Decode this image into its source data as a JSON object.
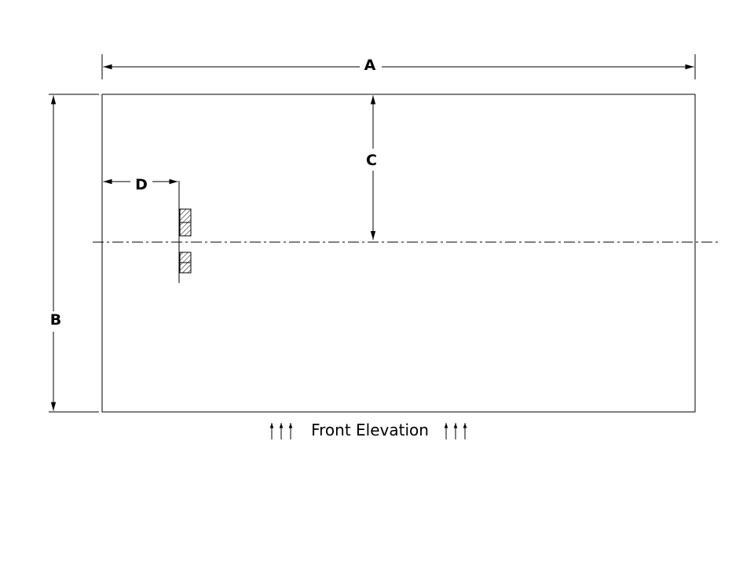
{
  "page": {
    "background_color": "#ffffff",
    "line_color": "#000000"
  },
  "diagram": {
    "caption": "Front Elevation",
    "dimensions": {
      "a": "A",
      "b": "B",
      "c": "C",
      "d": "D"
    }
  }
}
